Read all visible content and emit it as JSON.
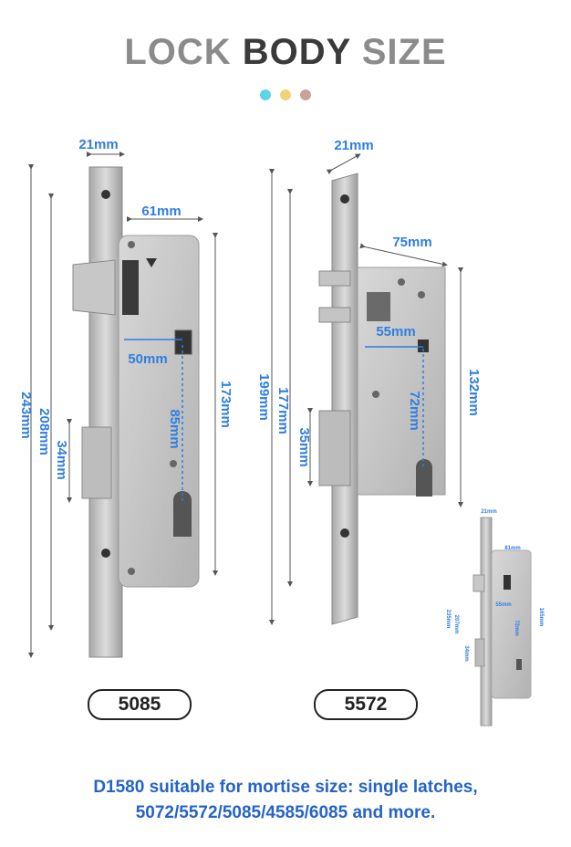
{
  "header": {
    "title_word1": "LOCK",
    "title_word2": "BODY",
    "title_word3": "SIZE"
  },
  "colors": {
    "dot1": "#5fd6e8",
    "dot2": "#f1d37a",
    "dot3": "#c9a29a",
    "dimension": "#2f7fe0",
    "footer": "#2563c8"
  },
  "lock_5085": {
    "model": "5085",
    "dims": {
      "faceplate_width": "21mm",
      "case_width": "61mm",
      "backset": "50mm",
      "center_distance": "85mm",
      "case_height": "173mm",
      "faceplate_height": "243mm",
      "inner_height": "208mm",
      "strike": "34mm"
    }
  },
  "lock_5572": {
    "model": "5572",
    "dims": {
      "faceplate_width": "21mm",
      "case_width": "75mm",
      "backset": "55mm",
      "center_distance": "72mm",
      "case_height": "132mm",
      "faceplate_height": "199mm",
      "inner_height": "177mm",
      "strike": "35mm"
    }
  },
  "lock_small": {
    "dims": {
      "faceplate_width": "21mm",
      "case_width": "81mm",
      "backset": "55mm",
      "center_distance": "72mm",
      "case_height": "165mm",
      "faceplate_height": "235mm",
      "inner_height": "207mm",
      "strike": "34mm"
    }
  },
  "footer": {
    "line1": "D1580 suitable for mortise size: single latches,",
    "line2": "5072/5572/5085/4585/6085 and more."
  }
}
